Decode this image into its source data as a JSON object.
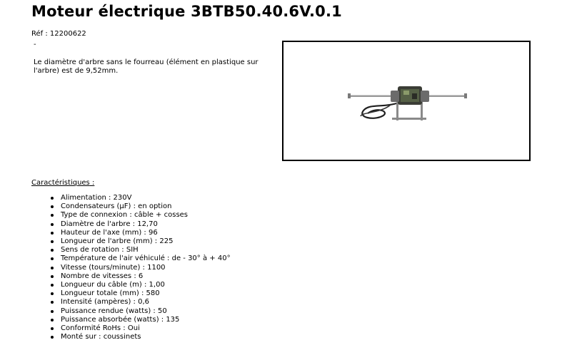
{
  "product": {
    "title": "Moteur électrique 3BTB50.40.6V.0.1",
    "reference": "Réf : 12200622",
    "dash": "-",
    "description": "Le diamètre d'arbre sans le fourreau (élément en plastique sur l'arbre) est de 9,52mm."
  },
  "specs": {
    "heading": "Caractéristiques",
    "items": [
      "Alimentation : 230V",
      "Condensateurs (µF) : en option",
      "Type de connexion : câble + cosses",
      "Diamètre de l'arbre : 12,70",
      "Hauteur de l'axe (mm) : 96",
      "Longueur de l'arbre (mm) : 225",
      "Sens de rotation : SIH",
      "Température de l'air véhiculé : de - 30° à + 40°",
      "Vitesse (tours/minute) : 1100",
      "Nombre de vitesses : 6",
      "Longueur du câble (m) : 1,00",
      "Longueur totale (mm) : 580",
      "Intensité (ampères) : 0,6",
      "Puissance rendue (watts) : 50",
      "Puissance absorbée (watts) : 135",
      "Conformité RoHs : Oui",
      "Monté sur : coussinets"
    ]
  }
}
